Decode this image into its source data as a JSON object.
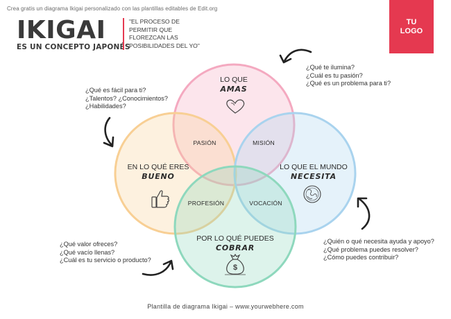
{
  "top_note": "Crea gratis un diagrama Ikigai personalizado con las plantillas editables de Edit.org",
  "header": {
    "title": "IKIGAI",
    "subtitle": "ES UN CONCEPTO JAPONÉS",
    "quote_lines": [
      "\"EL PROCESO DE",
      "PERMITIR QUE",
      "FLOREZCAN LAS",
      "POSIBILIDADES DEL YO\""
    ]
  },
  "logo": {
    "line1": "TU",
    "line2": "LOGO"
  },
  "circles": [
    {
      "id": "amas",
      "label": "LO QUE",
      "emphasis": "AMAS",
      "icon": "heart-icon",
      "color": "#f4a9c0"
    },
    {
      "id": "bueno",
      "label": "EN LO QUÉ ERES",
      "emphasis": "BUENO",
      "icon": "thumbs-up-icon",
      "color": "#f8cf94"
    },
    {
      "id": "necesita",
      "label": "LO QUE EL MUNDO",
      "emphasis": "NECESITA",
      "icon": "globe-icon",
      "color": "#a9d3ee"
    },
    {
      "id": "cobrar",
      "label": "POR LO QUÉ PUEDES",
      "emphasis": "COBRAR",
      "icon": "money-bag-icon",
      "color": "#8ed8bd"
    }
  ],
  "overlaps": {
    "pasion": "PASIÓN",
    "mision": "MISIÓN",
    "profesion": "PROFESIÓN",
    "vocacion": "VOCACIÓN"
  },
  "questions": {
    "amas": [
      "¿Qué te ilumina?",
      "¿Cuál es tu pasión?",
      "¿Qué es un problema para ti?"
    ],
    "bueno": [
      "¿Qué es fácil para ti?",
      "¿Talentos? ¿Conocimientos?",
      "¿Habilidades?"
    ],
    "necesita": [
      "¿Quién o qué necesita ayuda y apoyo?",
      "¿Qué problema puedes resolver?",
      "¿Cómo puedes contribuir?"
    ],
    "cobrar": [
      "¿Qué valor ofreces?",
      "¿Qué vacío llenas?",
      "¿Cuál es tu servicio o producto?"
    ]
  },
  "footer": "Plantilla de diagrama Ikigai – www.yourwebhere.com"
}
